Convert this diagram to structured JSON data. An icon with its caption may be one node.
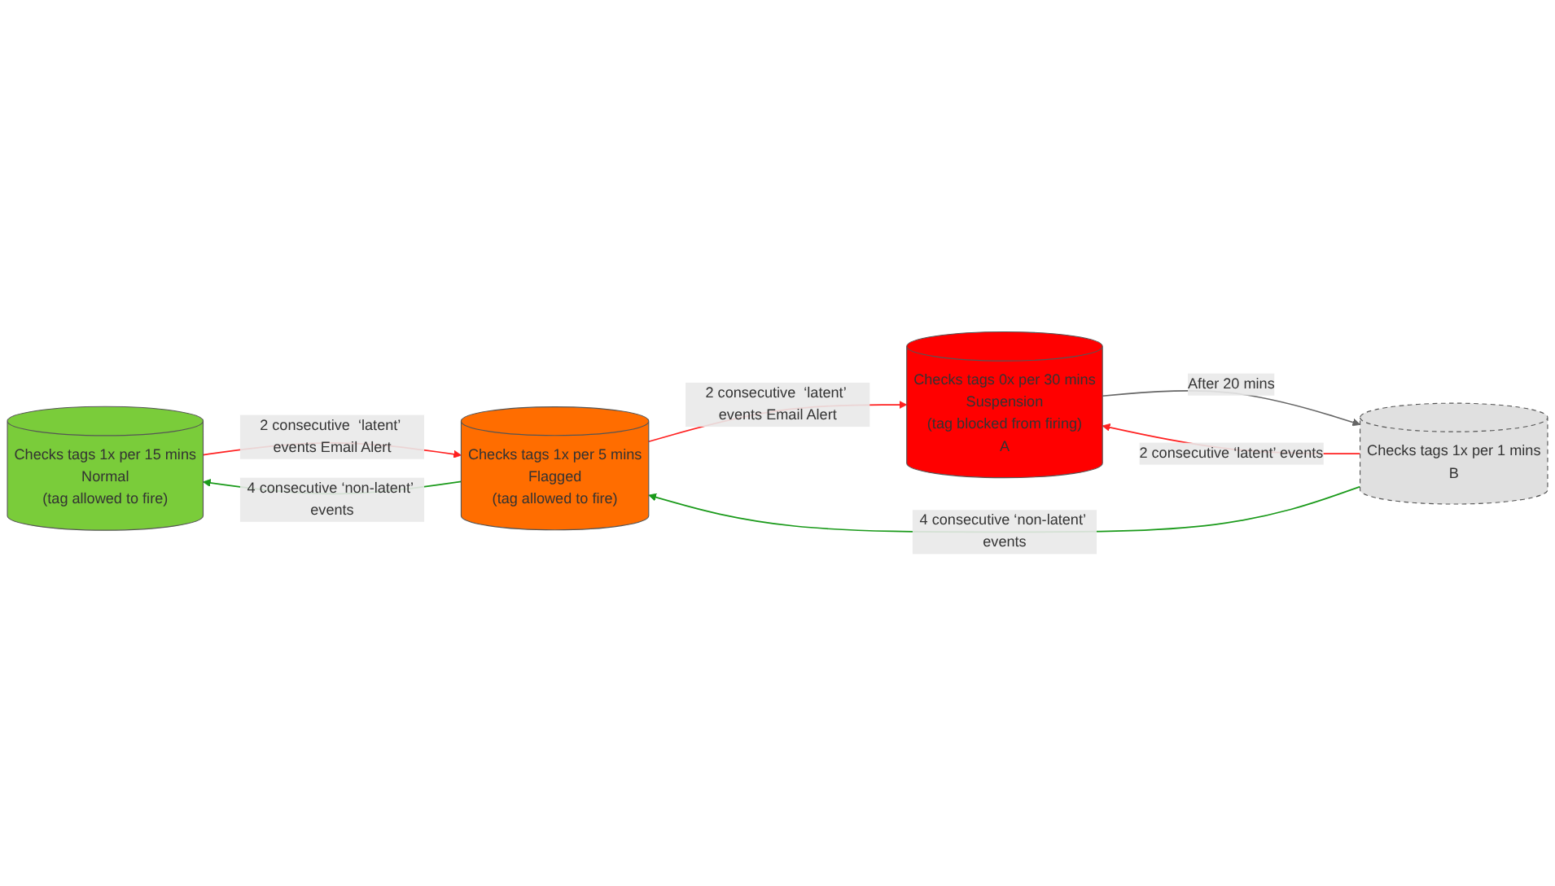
{
  "diagram": {
    "nodes": [
      {
        "text": [
          "Checks tags 1x per 15 mins",
          "Normal",
          "(tag allowed to fire)"
        ]
      },
      {
        "text": [
          "Checks tags 1x per 5 mins",
          "Flagged",
          "(tag allowed to fire)"
        ]
      },
      {
        "text": [
          "Checks tags 0x per 30 mins",
          "Suspension",
          "(tag blocked from firing)",
          "A"
        ]
      },
      {
        "text": [
          "Checks tags 1x per 1 mins",
          "B"
        ]
      }
    ],
    "edges": [
      {
        "from": 1,
        "to": 0,
        "arrow": "to",
        "label": "4 consecutive ‘non-latent’ events",
        "color": "#1a9a1a"
      },
      {
        "from": 3,
        "to": 1,
        "arrow": "to",
        "label": "4 consecutive ‘non-latent’ events",
        "color": "#1a9a1a"
      },
      {
        "from": 3,
        "to": 2,
        "arrow": "to",
        "label": "2 consecutive ‘latent’ events"
      },
      {
        "from": 0,
        "to": 1,
        "arrow": "to",
        "label": "2 consecutive  ‘latent’ events Email Alert"
      },
      {
        "from": 1,
        "to": 2,
        "arrow": "to",
        "label": "2 consecutive  ‘latent’ events Email Alert"
      },
      {
        "from": 2,
        "to": 3,
        "arrow": "to",
        "label": "After 20 mins",
        "color": "#666666"
      }
    ]
  }
}
